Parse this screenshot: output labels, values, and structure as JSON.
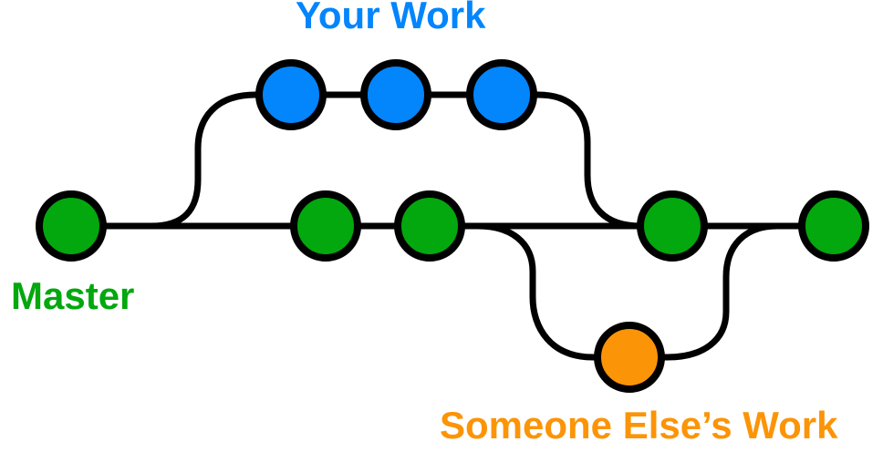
{
  "canvas": {
    "background": "#ffffff",
    "line_color": "#000000",
    "node_outline_color": "#000000"
  },
  "branches": {
    "master": {
      "label": "Master",
      "color": "#02a80d",
      "commits": 5
    },
    "your_work": {
      "label": "Your Work",
      "color": "#0385fc",
      "commits": 3
    },
    "someone_else": {
      "label": "Someone Else’s Work",
      "color": "#fc9407",
      "commits": 1
    }
  }
}
